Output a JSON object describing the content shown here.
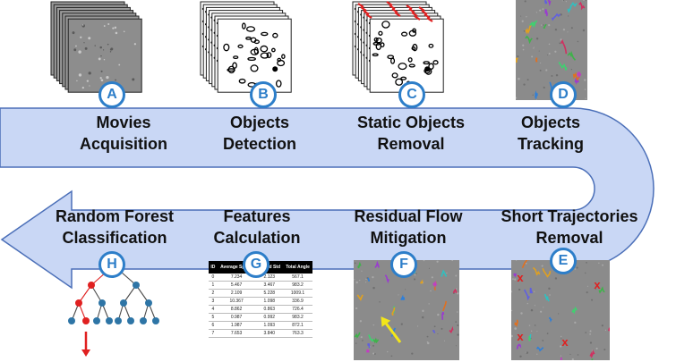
{
  "steps": [
    {
      "letter": "A",
      "line1": "Movies",
      "line2": "Acquisition"
    },
    {
      "letter": "B",
      "line1": "Objects",
      "line2": "Detection"
    },
    {
      "letter": "C",
      "line1": "Static Objects",
      "line2": "Removal"
    },
    {
      "letter": "D",
      "line1": "Objects",
      "line2": "Tracking"
    },
    {
      "letter": "E",
      "line1": "Short Trajectories",
      "line2": "Removal"
    },
    {
      "letter": "F",
      "line1": "Residual Flow",
      "line2": "Mitigation"
    },
    {
      "letter": "G",
      "line1": "Features",
      "line2": "Calculation"
    },
    {
      "letter": "H",
      "line1": "Random Forest",
      "line2": "Classification"
    }
  ],
  "features_table": {
    "headers": [
      "ID",
      "Average Speed",
      "Speed Std",
      "Total Angle"
    ],
    "rows": [
      [
        "0",
        "7.234",
        "2.123",
        "567.1"
      ],
      [
        "1",
        "5.467",
        "3.467",
        "983.2"
      ],
      [
        "2",
        "2.109",
        "5.228",
        "1009.1"
      ],
      [
        "3",
        "10.367",
        "1.098",
        "336.9"
      ],
      [
        "4",
        "8.862",
        "0.863",
        "726.4"
      ],
      [
        "5",
        "0.987",
        "0.992",
        "983.2"
      ],
      [
        "6",
        "1.987",
        "1.093",
        "872.1"
      ],
      [
        "7",
        "7.653",
        "3.840",
        "763.3"
      ]
    ]
  },
  "removal_marks": [
    "x",
    "x",
    "x",
    "x"
  ],
  "colors": {
    "arrow_fill": "#c9d7f5",
    "arrow_stroke": "#4b6fb8",
    "badge": "#2d7ec9",
    "track_red": "#e02020",
    "flow_arrow": "#f3e619",
    "tree_node": "#2e75a6",
    "tree_highlight": "#e02020"
  }
}
